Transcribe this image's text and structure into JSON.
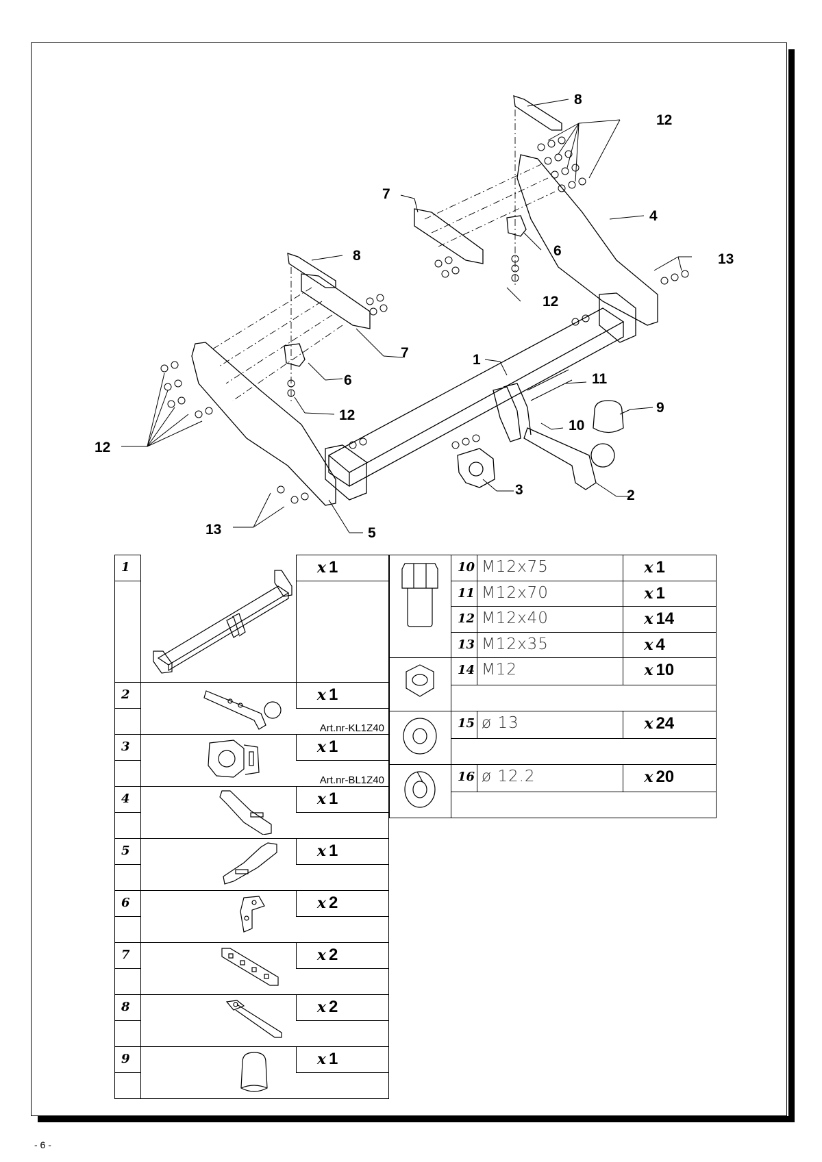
{
  "page_number": "- 6 -",
  "callouts": {
    "c8_top": "8",
    "c12_top": "12",
    "c7_top": "7",
    "c4": "4",
    "c6_top": "6",
    "c13_right": "13",
    "c12_mid": "12",
    "c8_left": "8",
    "c7_left": "7",
    "c1": "1",
    "c11": "11",
    "c9": "9",
    "c6_left": "6",
    "c12_left_low": "12",
    "c10": "10",
    "c12_left": "12",
    "c3": "3",
    "c2": "2",
    "c13_left": "13",
    "c5": "5"
  },
  "parts_left": [
    {
      "num": "1",
      "x": "x",
      "qty": "1",
      "art": ""
    },
    {
      "num": "2",
      "x": "x",
      "qty": "1",
      "art": "Art.nr-KL1Z40"
    },
    {
      "num": "3",
      "x": "x",
      "qty": "1",
      "art": "Art.nr-BL1Z40"
    },
    {
      "num": "4",
      "x": "x",
      "qty": "1",
      "art": ""
    },
    {
      "num": "5",
      "x": "x",
      "qty": "1",
      "art": ""
    },
    {
      "num": "6",
      "x": "x",
      "qty": "2",
      "art": ""
    },
    {
      "num": "7",
      "x": "x",
      "qty": "2",
      "art": ""
    },
    {
      "num": "8",
      "x": "x",
      "qty": "2",
      "art": ""
    },
    {
      "num": "9",
      "x": "x",
      "qty": "1",
      "art": ""
    }
  ],
  "parts_right": [
    {
      "num": "10",
      "spec": "M12x75",
      "x": "x",
      "qty": "1"
    },
    {
      "num": "11",
      "spec": "M12x70",
      "x": "x",
      "qty": "1"
    },
    {
      "num": "12",
      "spec": "M12x40",
      "x": "x",
      "qty": "14"
    },
    {
      "num": "13",
      "spec": "M12x35",
      "x": "x",
      "qty": "4"
    },
    {
      "num": "14",
      "spec": "M12",
      "x": "x",
      "qty": "10"
    },
    {
      "num": "15",
      "spec": "ø 13",
      "x": "x",
      "qty": "24"
    },
    {
      "num": "16",
      "spec": "ø 12.2",
      "x": "x",
      "qty": "20"
    }
  ],
  "icons": {
    "bolt": "hex-bolt-icon",
    "nut": "hex-nut-icon",
    "washer": "flat-washer-icon",
    "spring_washer": "spring-washer-icon"
  }
}
